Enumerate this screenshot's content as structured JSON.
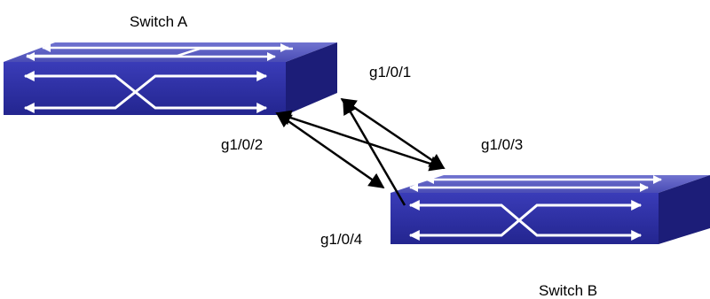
{
  "switches": [
    {
      "id": "switch-a",
      "label": "Switch A"
    },
    {
      "id": "switch-b",
      "label": "Switch B"
    }
  ],
  "ports": {
    "g1_0_1": "g1/0/1",
    "g1_0_2": "g1/0/2",
    "g1_0_3": "g1/0/3",
    "g1_0_4": "g1/0/4"
  },
  "links": [
    {
      "from": "g1/0/2",
      "to": "g1/0/3"
    },
    {
      "from": "g1/0/4",
      "to": "g1/0/1"
    }
  ],
  "colors": {
    "switch_face": "#2b2da3",
    "switch_top": "#5e60c4",
    "switch_side": "#1c1d78",
    "arrow_white": "#ffffff",
    "link": "#000000"
  }
}
